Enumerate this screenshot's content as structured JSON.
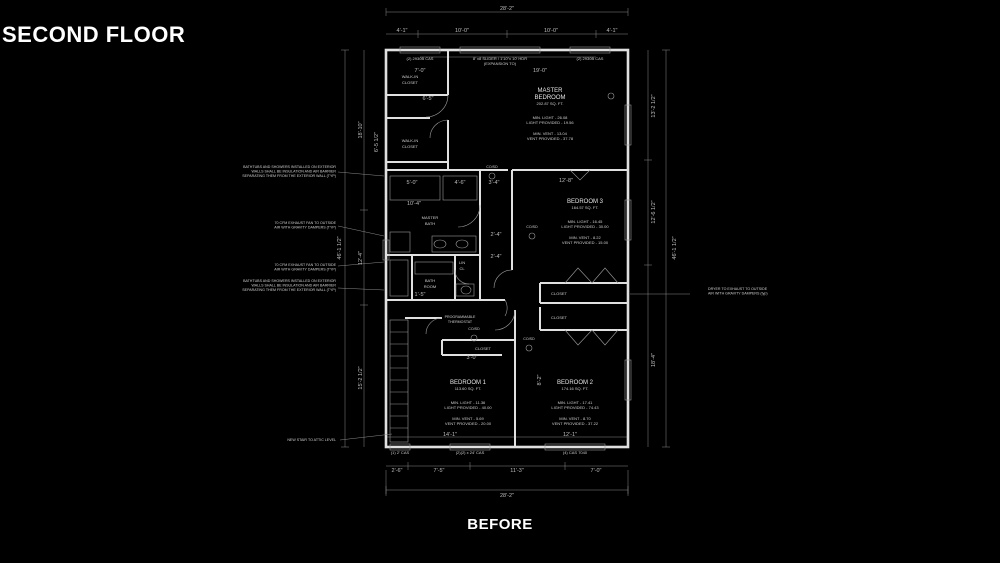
{
  "page": {
    "heading": "SECOND FLOOR",
    "caption": "BEFORE"
  },
  "dimensions": {
    "top_overall": "28'-2\"",
    "bottom_overall": "28'-2\"",
    "top_segments": [
      "4'-1\"",
      "10'-0\"",
      "10'-0\"",
      "4'-1\""
    ],
    "top_second_row": [
      "7'-0\"",
      "19'-0\""
    ],
    "bottom_segments": [
      "2'-6\"",
      "7'-5\"",
      "11'-3\"",
      "7'-0\""
    ],
    "bottom_inner": [
      "14'-1\"",
      "12'-1\""
    ],
    "left_overall": "46'-1 1/2\"",
    "left_segments": [
      "18'-10\"",
      "12'-4\"",
      "15'-2 1/2\""
    ],
    "left_inner": [
      "6'-5 1/2\""
    ],
    "right_overall": "46'-1 1/2\"",
    "right_segments": [
      "13'-2 1/2\"",
      "12'-6 1/2\"",
      "18'-4\""
    ],
    "interior": [
      "5'-0\"",
      "4'-6\"",
      "3'-4\"",
      "12'-8\"",
      "8'-2\"",
      "10'-4\"",
      "2'-4\"",
      "1'-5\"",
      "2'-4\"",
      "6'-5\"",
      "3'-0\""
    ]
  },
  "windows": {
    "top_left": "(2) 2930B CAS",
    "top_center": "8' x8 SLIDER / 1'10\"x 10' HDR",
    "top_center_sub": "(EXPANSION TO)",
    "top_right": "(2) 2930B CAS",
    "bottom_left": "(1) 2' CAS",
    "bottom_center": "(2)(2) x 24' CAS",
    "bottom_right": "(4) CAS 7040"
  },
  "rooms": [
    {
      "name": "MASTER\nBEDROOM",
      "area": "202.87 SQ. FT.",
      "light": "MIN. LIGHT - 26.08",
      "light_p": "LIGHT PROVIDED - 19.56",
      "vent": "MIN. VENT - 13.04",
      "vent_p": "VENT PROVIDED - 37.78"
    },
    {
      "name": "BEDROOM 3",
      "area": "164.57 SQ. FT.",
      "light": "MIN. LIGHT - 16.45",
      "light_p": "LIGHT PROVIDED - 30.00",
      "vent": "MIN. VENT - 8.22",
      "vent_p": "VENT PROVIDED - 15.00"
    },
    {
      "name": "BEDROOM 1",
      "area": "113.60 SQ. FT.",
      "light": "MIN. LIGHT - 11.36",
      "light_p": "LIGHT PROVIDED - 40.00",
      "vent": "MIN. VENT - 5.69",
      "vent_p": "VENT PROVIDED - 20.00"
    },
    {
      "name": "BEDROOM 2",
      "area": "174.16 SQ. FT.",
      "light": "MIN. LIGHT - 17.41",
      "light_p": "LIGHT PROVIDED - 74.43",
      "vent": "MIN. VENT - 8.70",
      "vent_p": "VENT PROVIDED - 37.22"
    }
  ],
  "labels": {
    "walkin1": "WALK-IN\nCLOSET",
    "walkin2": "WALK-IN\nCLOSET",
    "master_bath": "MASTER\nBATH",
    "bathroom": "BATH\nROOM",
    "lin_cl": "LIN\nCL",
    "closet_a": "CLOSET",
    "closet_b": "CLOSET",
    "closet_c": "CLOSET",
    "thermostat": "PROGRAMMABLE\nTHERMOSTAT",
    "smoke": "CO/SD"
  },
  "notes": {
    "n1": "BATHTUBS AND SHOWERS INSTALLED ON EXTERIOR\nWALLS SHALL BE INSULATION AND AIR BARRIER\nSEPARATING THEM FROM THE EXTERIOR WALL (TYP)",
    "n2": "70 CFM EXHAUST FAN TO OUTSIDE\nAIR WITH GRAVITY DAMPERS (TYP)",
    "n3": "70 CFM EXHAUST FAN TO OUTSIDE\nAIR WITH GRAVITY DAMPERS (TYP)",
    "n4": "BATHTUBS AND SHOWERS INSTALLED ON EXTERIOR\nWALLS SHALL BE INSULATION AND AIR BARRIER\nSEPARATING THEM FROM THE EXTERIOR WALL (TYP)",
    "n5": "NEW STAIR TO ATTIC LEVEL",
    "n6": "DRYER TO EXHAUST TO OUTSIDE\nAIR WITH GRAVITY DAMPERS (typ)"
  }
}
